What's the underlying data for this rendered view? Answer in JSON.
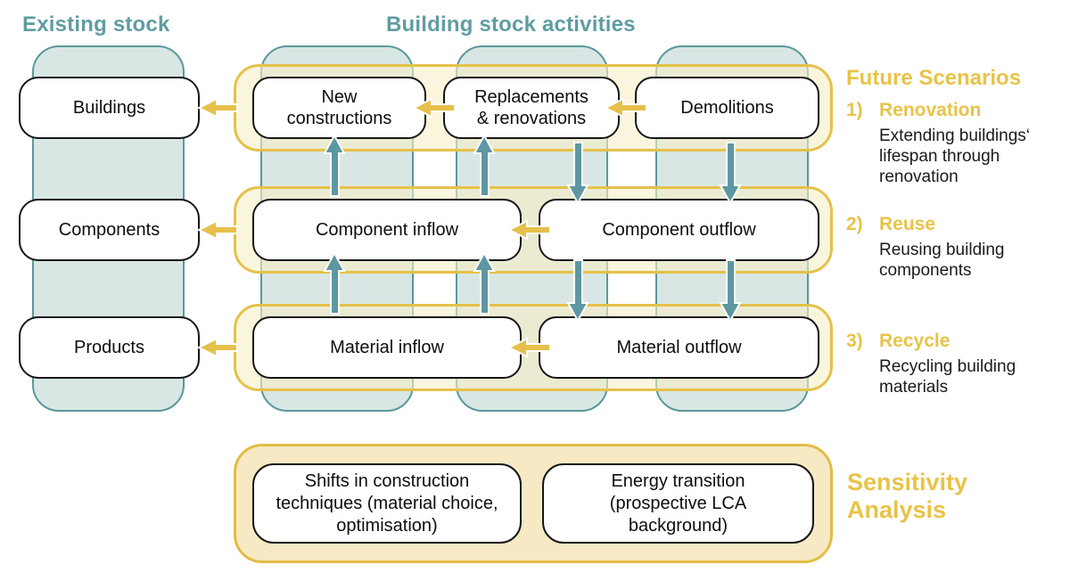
{
  "headers": {
    "existing": "Existing stock",
    "activities": "Building stock activities"
  },
  "stock": {
    "items": [
      "Buildings",
      "Components",
      "Products"
    ]
  },
  "activities": {
    "row1": [
      "New constructions",
      "Replacements & renovations",
      "Demolitions"
    ],
    "row2": [
      "Component inflow",
      "Component outflow"
    ],
    "row3": [
      "Material inflow",
      "Material outflow"
    ]
  },
  "scenarios": {
    "title": "Future Scenarios",
    "items": [
      {
        "num": "1)",
        "name": "Renovation",
        "desc": "Extending buildings‘ lifespan through renovation"
      },
      {
        "num": "2)",
        "name": "Reuse",
        "desc": "Reusing building components"
      },
      {
        "num": "3)",
        "name": "Recycle",
        "desc": "Recycling building materials"
      }
    ]
  },
  "sensitivity": {
    "title": "Sensitivity Analysis",
    "items": [
      "Shifts in construction techniques (material choice, optimisation)",
      "Energy transition (prospective LCA background)"
    ]
  },
  "colors": {
    "teal": "#5f9da1",
    "teal_fill": "#d9e7e4",
    "teal_arrow": "#5d97a1",
    "yellow": "#e7c24a",
    "yellow_text": "#e8c347",
    "pale_yellow": "#faf4dd",
    "tan_fill": "#f7e9c3"
  }
}
